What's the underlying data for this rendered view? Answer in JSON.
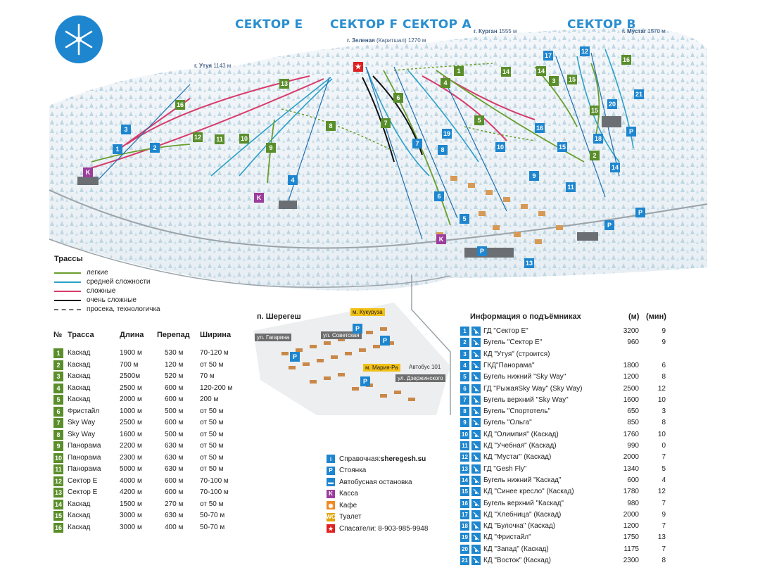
{
  "sectors": [
    "СЕКТОР Е",
    "СЕКТОР F",
    "СЕКТОР А",
    "СЕКТОР В"
  ],
  "peaks": [
    {
      "name": "г. Утуя",
      "alt": "1143 м"
    },
    {
      "name": "г. Зеленая",
      "extra": "(Каритшал)",
      "alt": "1270 м"
    },
    {
      "name": "г. Курган",
      "alt": "1555 м"
    },
    {
      "name": "г. Мустаг",
      "alt": "1570 м"
    }
  ],
  "colors": {
    "easy": "#6a9e2c",
    "medium": "#2aa0c8",
    "hard": "#d83a6a",
    "very_hard": "#111111",
    "track": "#6f6f6f",
    "accent": "#1e86cf",
    "green_badge": "#5a8e2a"
  },
  "legend": {
    "title": "Трассы",
    "items": [
      {
        "label": "легкие",
        "kind": "easy"
      },
      {
        "label": "средней сложности",
        "kind": "medium"
      },
      {
        "label": "сложные",
        "kind": "hard"
      },
      {
        "label": "очень сложные",
        "kind": "very_hard"
      },
      {
        "label": "просека, технологичка",
        "kind": "track"
      }
    ]
  },
  "runs_table": {
    "headers": {
      "num": "№",
      "name": "Трасса",
      "length": "Длина",
      "drop": "Перепад",
      "width": "Ширина"
    },
    "rows": [
      {
        "num": "1",
        "name": "Каскад",
        "length": "1900 м",
        "drop": "530 м",
        "width": "70-120 м"
      },
      {
        "num": "2",
        "name": "Каскад",
        "length": "700 м",
        "drop": "120 м",
        "width": "от 50 м"
      },
      {
        "num": "3",
        "name": "Каскад",
        "length": "2500м",
        "drop": "520 м",
        "width": "70 м"
      },
      {
        "num": "4",
        "name": "Каскад",
        "length": "2500 м",
        "drop": "600 м",
        "width": "120-200 м"
      },
      {
        "num": "5",
        "name": "Каскад",
        "length": "2000 м",
        "drop": "600 м",
        "width": "200 м"
      },
      {
        "num": "6",
        "name": "Фристайл",
        "length": "1000 м",
        "drop": "500 м",
        "width": "от 50 м"
      },
      {
        "num": "7",
        "name": "Sky Way",
        "length": "2500 м",
        "drop": "600 м",
        "width": "от 50 м"
      },
      {
        "num": "8",
        "name": "Sky Way",
        "length": "1600 м",
        "drop": "500 м",
        "width": "от 50 м"
      },
      {
        "num": "9",
        "name": "Панорама",
        "length": "2200 м",
        "drop": "630 м",
        "width": "от 50 м"
      },
      {
        "num": "10",
        "name": "Панорама",
        "length": "2300 м",
        "drop": "630 м",
        "width": "от 50 м"
      },
      {
        "num": "11",
        "name": "Панорама",
        "length": "5000 м",
        "drop": "630 м",
        "width": "от 50 м"
      },
      {
        "num": "12",
        "name": "Сектор Е",
        "length": "4000 м",
        "drop": "600 м",
        "width": "70-100 м"
      },
      {
        "num": "13",
        "name": "Сектор Е",
        "length": "4200 м",
        "drop": "600 м",
        "width": "70-100 м"
      },
      {
        "num": "14",
        "name": "Каскад",
        "length": "1500 м",
        "drop": "270 м",
        "width": "от 50 м"
      },
      {
        "num": "15",
        "name": "Каскад",
        "length": "3000 м",
        "drop": "630 м",
        "width": "50-70 м"
      },
      {
        "num": "16",
        "name": "Каскад",
        "length": "3000 м",
        "drop": "400 м",
        "width": "50-70 м"
      }
    ]
  },
  "town": {
    "title": "п. Шерегеш",
    "streets": [
      "м. Кукуруза",
      "ул. Гагарина",
      "ул. Советская",
      "м. Мария-Ра",
      "Автобус 101",
      "ул. Дзержинского"
    ]
  },
  "services": [
    {
      "icon": "i",
      "label_pre": "Справочная: ",
      "label_bold": "sheregesh.su",
      "color": "#1e86cf"
    },
    {
      "icon": "P",
      "label_pre": "Стоянка",
      "label_bold": "",
      "color": "#1e86cf"
    },
    {
      "icon": "bus",
      "label_pre": "Автобусная остановка",
      "label_bold": "",
      "color": "#1e86cf"
    },
    {
      "icon": "K",
      "label_pre": "Касса",
      "label_bold": "",
      "color": "#9c3d9c"
    },
    {
      "icon": "cafe",
      "label_pre": "Кафе",
      "label_bold": "",
      "color": "#f08a24"
    },
    {
      "icon": "WC",
      "label_pre": "Туалет",
      "label_bold": "",
      "color": "#e0a400"
    },
    {
      "icon": "star",
      "label_pre": "Спасатели: 8-903-985-9948",
      "label_bold": "",
      "color": "#e02020"
    }
  ],
  "lifts": {
    "title": "Информация о подъёмниках",
    "unit_len": "(м)",
    "unit_time": "(мин)",
    "rows": [
      {
        "num": "1",
        "name": "ГД \"Сектор Е\"",
        "length": "3200",
        "time": "9"
      },
      {
        "num": "2",
        "name": "Бугель \"Сектор Е\"",
        "length": "960",
        "time": "9"
      },
      {
        "num": "3",
        "name": "КД \"Утуя\" (строится)",
        "length": "",
        "time": ""
      },
      {
        "num": "4",
        "name": "ГКД\"Панорама\"",
        "length": "1800",
        "time": "6"
      },
      {
        "num": "5",
        "name": "Бугель нижний \"Sky Way\"",
        "length": "1200",
        "time": "8"
      },
      {
        "num": "6",
        "name": "ГД \"РыжаяSky Way\" (Sky Way)",
        "length": "2500",
        "time": "12"
      },
      {
        "num": "7",
        "name": "Бугель верхний \"Sky Way\"",
        "length": "1600",
        "time": "10"
      },
      {
        "num": "8",
        "name": "Бугель \"Спортотель\"",
        "length": "650",
        "time": "3"
      },
      {
        "num": "9",
        "name": "Бугель \"Ольга\"",
        "length": "850",
        "time": "8"
      },
      {
        "num": "10",
        "name": "КД \"Олимпия\" (Каскад)",
        "length": "1760",
        "time": "10"
      },
      {
        "num": "11",
        "name": "КД \"Учебная\" (Каскад)",
        "length": "990",
        "time": "0"
      },
      {
        "num": "12",
        "name": "КД \"Мустаг\" (Каскад)",
        "length": "2000",
        "time": "7"
      },
      {
        "num": "13",
        "name": "ГД \"Gesh Fly\"",
        "length": "1340",
        "time": "5"
      },
      {
        "num": "14",
        "name": "Бугель нижний \"Каскад\"",
        "length": "600",
        "time": "4"
      },
      {
        "num": "15",
        "name": "КД \"Синее кресло\" (Каскад)",
        "length": "1780",
        "time": "12"
      },
      {
        "num": "16",
        "name": "Бугель верхний \"Каскад\"",
        "length": "980",
        "time": "7"
      },
      {
        "num": "17",
        "name": "КД \"Хлебница\" (Каскад)",
        "length": "2000",
        "time": "9"
      },
      {
        "num": "18",
        "name": "КД \"Булочка\" (Каскад)",
        "length": "1200",
        "time": "7"
      },
      {
        "num": "19",
        "name": "КД \"Фристайл\"",
        "length": "1750",
        "time": "13"
      },
      {
        "num": "20",
        "name": "КД \"Запад\" (Каскад)",
        "length": "1175",
        "time": "7"
      },
      {
        "num": "21",
        "name": "КД \"Восток\" (Каскад)",
        "length": "2300",
        "time": "8"
      }
    ]
  },
  "map": {
    "run_badges": [
      "1",
      "2",
      "3",
      "4",
      "5",
      "6",
      "7",
      "8",
      "9",
      "10",
      "11",
      "12",
      "13",
      "14",
      "15",
      "16"
    ],
    "lift_badges": [
      "1",
      "2",
      "3",
      "4",
      "5",
      "6",
      "7",
      "8",
      "9",
      "10",
      "11",
      "12",
      "13",
      "14",
      "15",
      "16",
      "17",
      "18",
      "19",
      "20",
      "21"
    ],
    "service_marks": [
      "P",
      "K",
      "star"
    ]
  }
}
